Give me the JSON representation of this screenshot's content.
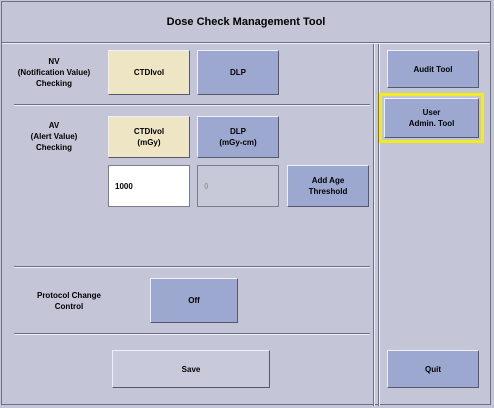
{
  "window": {
    "title": "Dose Check Management Tool"
  },
  "nv": {
    "label": "NV\n(Notification Value)\nChecking",
    "ctdivol": "CTDIvol",
    "dlp": "DLP"
  },
  "av": {
    "label": "AV\n(Alert Value)\nChecking",
    "ctdivol": "CTDIvol\n(mGy)",
    "dlp": "DLP\n(mGy-cm)",
    "value_input": "1000",
    "disabled_input": "0",
    "add_age_threshold": "Add Age\nThreshold"
  },
  "protocol": {
    "label": "Protocol Change\nControl",
    "toggle": "Off"
  },
  "actions": {
    "save": "Save",
    "quit": "Quit"
  },
  "side": {
    "audit_tool": "Audit Tool",
    "user_admin_tool": "User\nAdmin. Tool"
  },
  "colors": {
    "accent": "#9ca8d0",
    "selected": "#eee5c4",
    "highlight": "#f2ec1f",
    "background": "#c4c5d6"
  }
}
